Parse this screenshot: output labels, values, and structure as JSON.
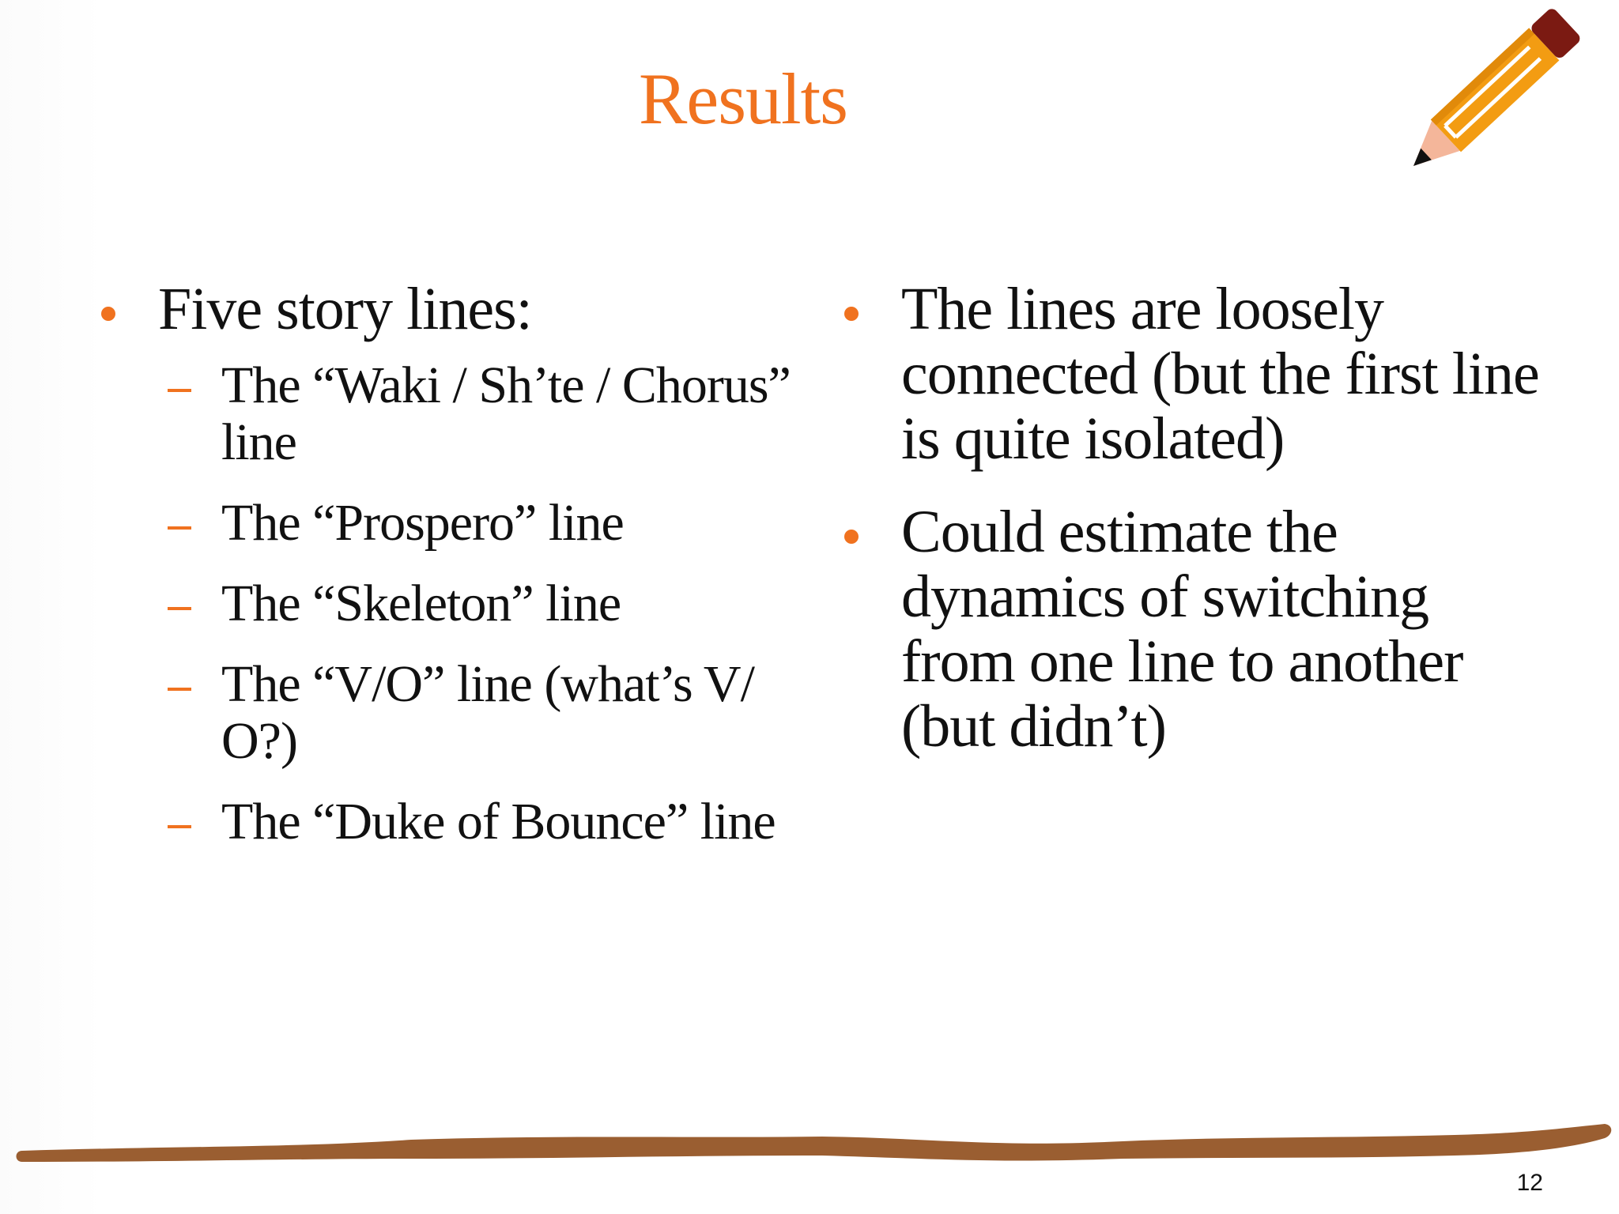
{
  "slide": {
    "title": "Results",
    "page_number": "12",
    "accent_color": "#f0721f",
    "pencil_icon": "pencil-icon",
    "left_column": {
      "bullet": "Five story lines:",
      "subitems": [
        "The “Waki / Sh’te / Chorus” line",
        "The “Prospero” line",
        "The “Skeleton” line",
        "The “V/O” line (what’s V/ O?)",
        "The “Duke of Bounce” line"
      ]
    },
    "right_column": {
      "bullets": [
        "The lines are loosely connected (but the first line is quite isolated)",
        "Could estimate the dynamics of switching from one line to another (but didn’t)"
      ]
    }
  }
}
